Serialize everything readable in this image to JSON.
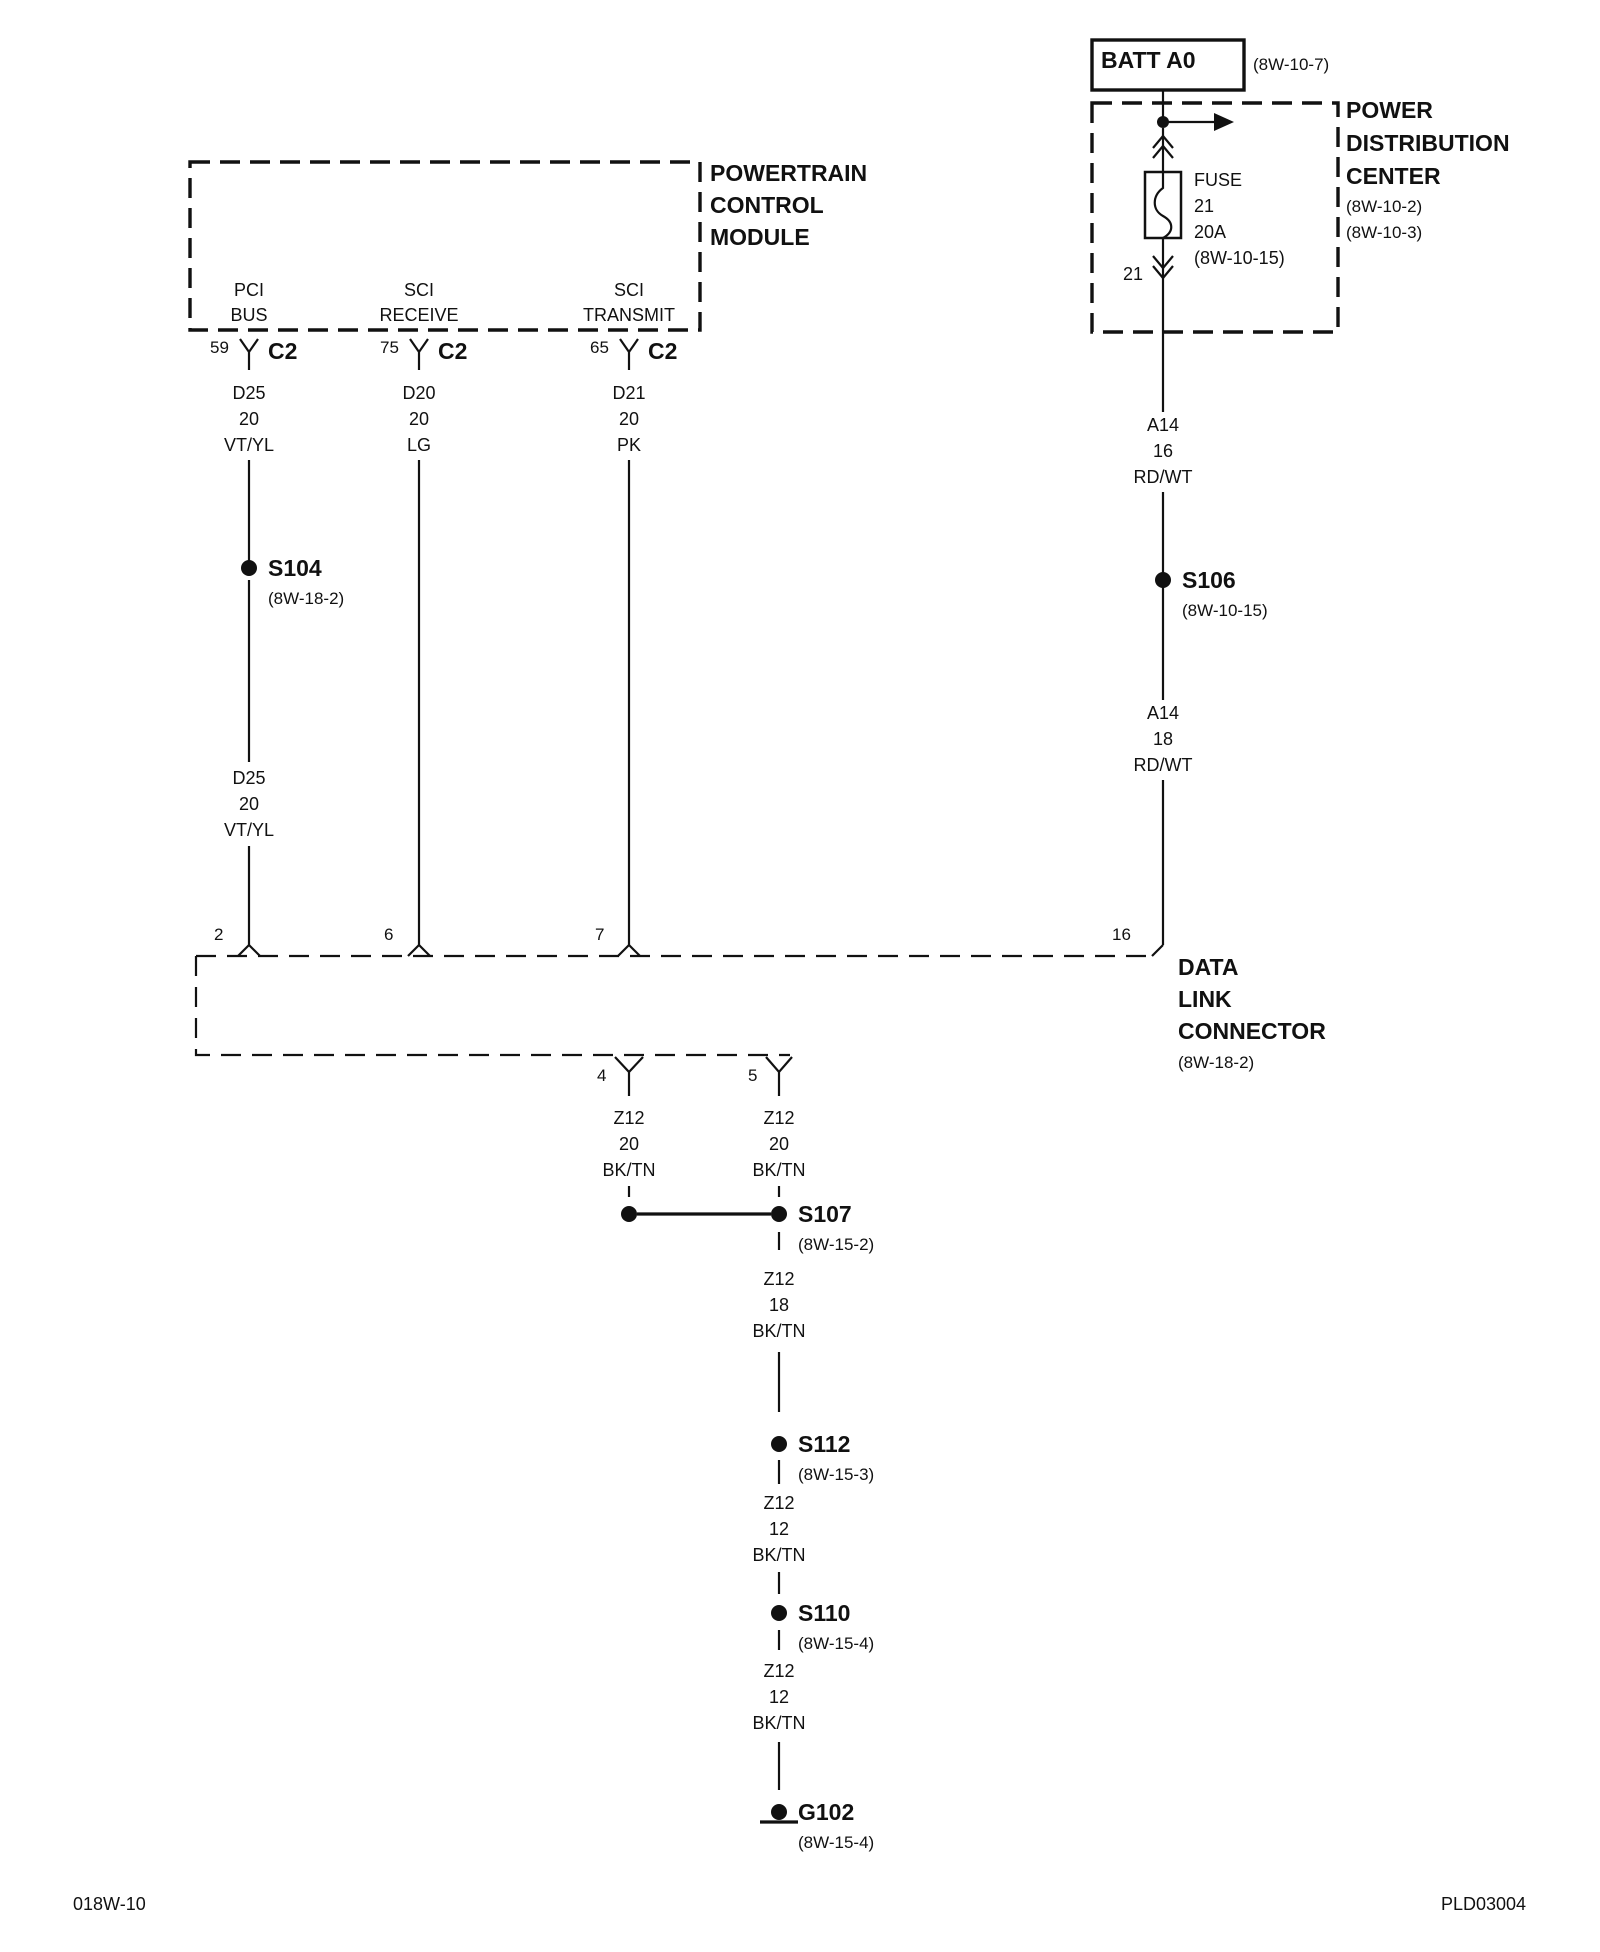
{
  "batt": {
    "label": "BATT A0",
    "ref": "(8W-10-7)"
  },
  "pdc": {
    "title": [
      "POWER",
      "DISTRIBUTION",
      "CENTER"
    ],
    "refs": [
      "(8W-10-2)",
      "(8W-10-3)"
    ],
    "fuse": [
      "FUSE",
      "21",
      "20A",
      "(8W-10-15)"
    ],
    "fuse_pin": "21"
  },
  "pcm": {
    "title": [
      "POWERTRAIN",
      "CONTROL",
      "MODULE"
    ],
    "pins": [
      {
        "name": [
          "PCI",
          "BUS"
        ],
        "num": "59",
        "conn": "C2"
      },
      {
        "name": [
          "SCI",
          "RECEIVE"
        ],
        "num": "75",
        "conn": "C2"
      },
      {
        "name": [
          "SCI",
          "TRANSMIT"
        ],
        "num": "65",
        "conn": "C2"
      }
    ]
  },
  "wires": {
    "d25_upper": [
      "D25",
      "20",
      "VT/YL"
    ],
    "d20": [
      "D20",
      "20",
      "LG"
    ],
    "d21": [
      "D21",
      "20",
      "PK"
    ],
    "a14_upper": [
      "A14",
      "16",
      "RD/WT"
    ],
    "a14_lower": [
      "A14",
      "18",
      "RD/WT"
    ],
    "d25_lower": [
      "D25",
      "20",
      "VT/YL"
    ],
    "z12_pin4": [
      "Z12",
      "20",
      "BK/TN"
    ],
    "z12_pin5": [
      "Z12",
      "20",
      "BK/TN"
    ],
    "z12_a": [
      "Z12",
      "18",
      "BK/TN"
    ],
    "z12_b": [
      "Z12",
      "12",
      "BK/TN"
    ],
    "z12_c": [
      "Z12",
      "12",
      "BK/TN"
    ]
  },
  "splices": {
    "s104": {
      "label": "S104",
      "ref": "(8W-18-2)"
    },
    "s106": {
      "label": "S106",
      "ref": "(8W-10-15)"
    },
    "s107": {
      "label": "S107",
      "ref": "(8W-15-2)"
    },
    "s112": {
      "label": "S112",
      "ref": "(8W-15-3)"
    },
    "s110": {
      "label": "S110",
      "ref": "(8W-15-4)"
    }
  },
  "ground": {
    "label": "G102",
    "ref": "(8W-15-4)"
  },
  "dlc": {
    "title": [
      "DATA",
      "LINK",
      "CONNECTOR"
    ],
    "ref": "(8W-18-2)",
    "pins": {
      "p2": "2",
      "p6": "6",
      "p7": "7",
      "p16": "16",
      "p4": "4",
      "p5": "5"
    }
  },
  "footer": {
    "left": "018W-10",
    "right": "PLD03004"
  }
}
